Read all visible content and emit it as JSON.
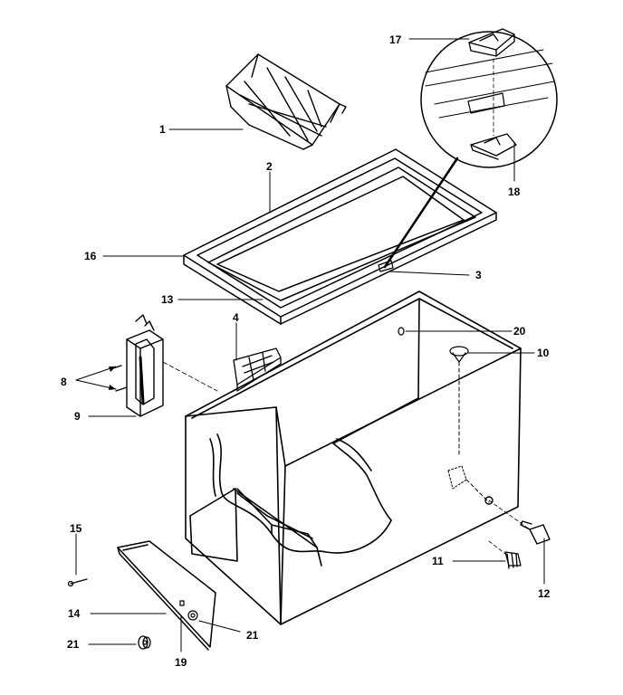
{
  "callouts": {
    "p1": "1",
    "p2": "2",
    "p3": "3",
    "p4": "4",
    "p8": "8",
    "p9": "9",
    "p10": "10",
    "p11": "11",
    "p12": "12",
    "p13": "13",
    "p14": "14",
    "p15": "15",
    "p16": "16",
    "p17": "17",
    "p18": "18",
    "p19": "19",
    "p20": "20",
    "p21a": "21",
    "p21b": "21"
  }
}
